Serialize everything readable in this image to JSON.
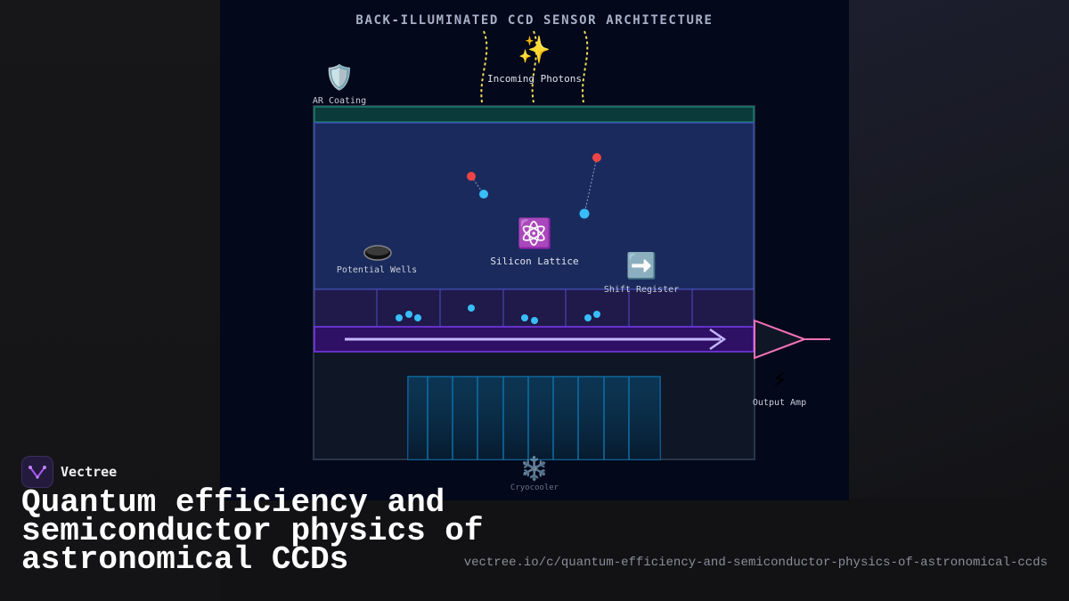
{
  "diagram": {
    "title": "BACK-ILLUMINATED CCD SENSOR ARCHITECTURE",
    "labels": {
      "incoming_photons": "Incoming Photons",
      "ar_coating": "AR Coating",
      "potential_wells": "Potential Wells",
      "silicon_lattice": "Silicon Lattice",
      "shift_register": "Shift Register",
      "output_amp": "Output Amp",
      "cryocooler": "Cryocooler"
    },
    "icons": {
      "sparkles": "sparkles-icon",
      "shield": "shield-icon",
      "well": "potential-well-icon",
      "atom": "atom-icon",
      "arrow": "right-arrow-icon",
      "lightning": "lightning-icon",
      "snowflake": "snowflake-icon"
    },
    "colors": {
      "photon_path": "#f1e05a",
      "ar_layer": "#0b3a3a",
      "silicon": "#1a2a5c",
      "register": "#2e1065",
      "register_arrow": "#c4b5fd",
      "amplifier": "#f472b6",
      "electron": "#38bdf8",
      "hole": "#ef4444"
    }
  },
  "brand": {
    "name": "Vectree",
    "headline": "Quantum efficiency and semiconductor physics of astronomical CCDs",
    "url": "vectree.io/c/quantum-efficiency-and-semiconductor-physics-of-astronomical-ccds"
  }
}
